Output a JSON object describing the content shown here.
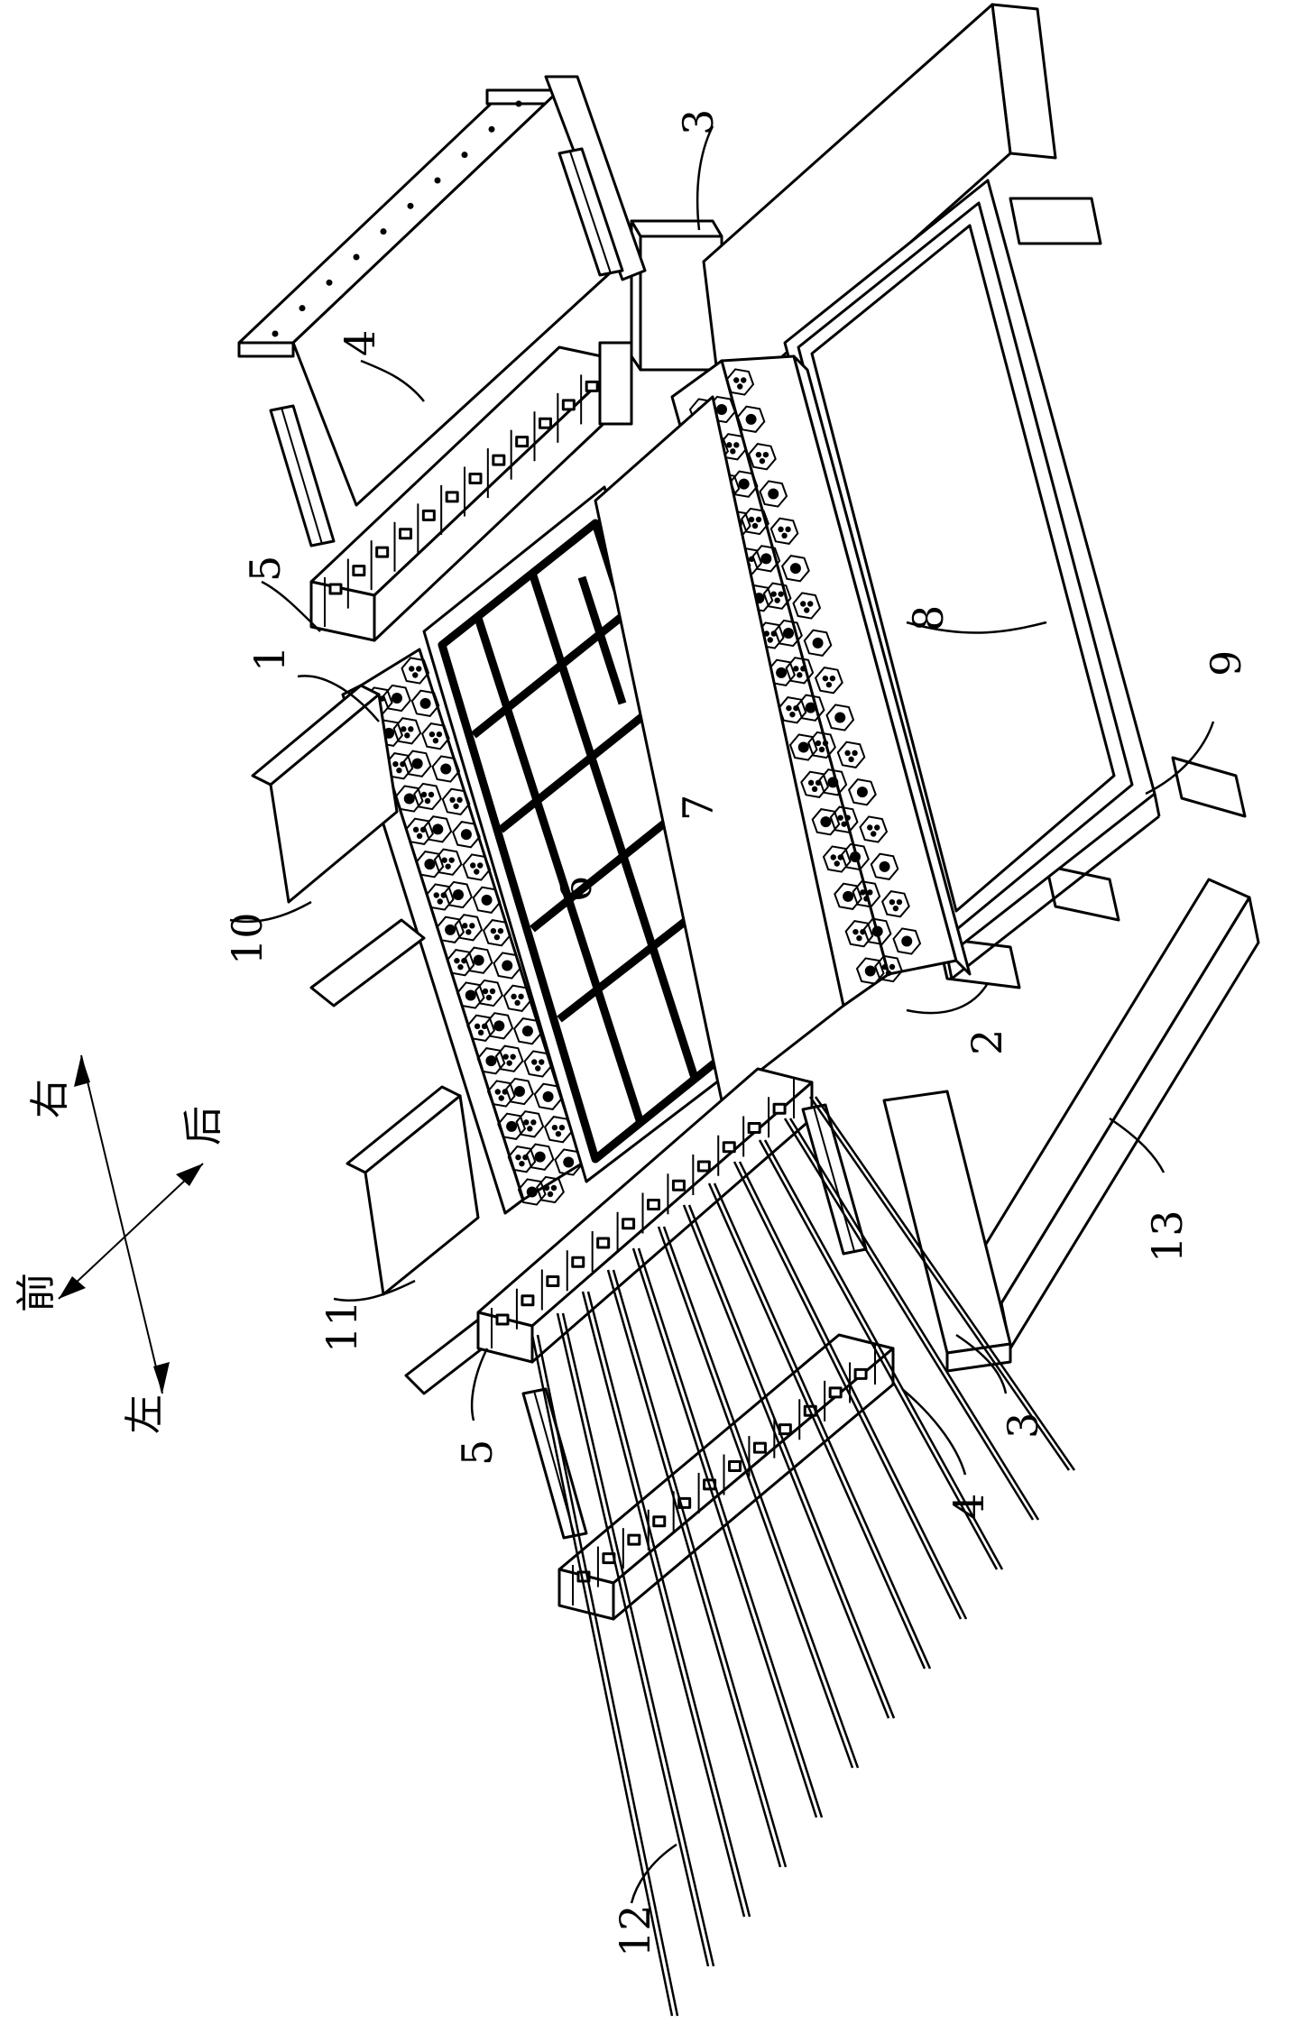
{
  "orientation": {
    "front": "前",
    "back": "后",
    "left": "左",
    "right": "右"
  },
  "callouts": {
    "c1": "1",
    "c2": "2",
    "c3_top": "3",
    "c3_bottom": "3",
    "c4_top": "4",
    "c4_bottom": "4",
    "c5_top": "5",
    "c5_bottom": "5",
    "c6": "6",
    "c7": "7",
    "c8": "8",
    "c9": "9",
    "c10": "10",
    "c11": "11",
    "c12": "12",
    "c13": "13"
  }
}
